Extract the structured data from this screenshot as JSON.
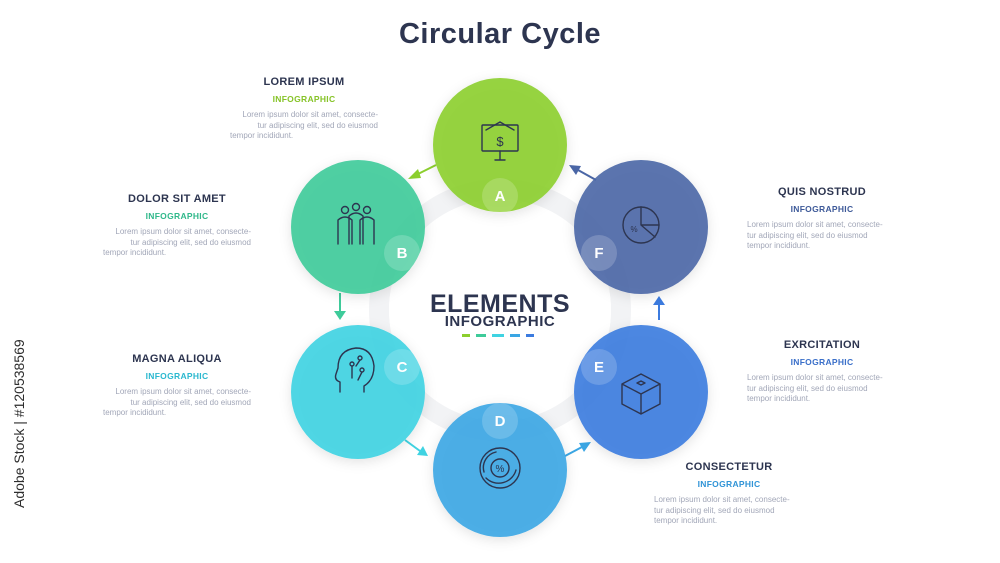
{
  "title": "Circular Cycle",
  "center": {
    "title": "ELEMENTS",
    "subtitle": "INFOGRAPHIC"
  },
  "watermark": "Adobe Stock | #120538569",
  "steps": [
    {
      "letter": "A",
      "heading": "LOREM IPSUM",
      "sub": "INFOGRAPHIC",
      "text": [
        "Lorem ipsum dolor sit amet, consecte-",
        "tur adipiscing elit, sed do eiusmod",
        "tempor incididunt."
      ],
      "color": "#8ccf2e",
      "sub_color": "#86c327",
      "icon": "monitor-dollar-icon"
    },
    {
      "letter": "B",
      "heading": "DOLOR SIT AMET",
      "sub": "INFOGRAPHIC",
      "text": [
        "Lorem ipsum dolor sit amet, consecte-",
        "tur adipiscing elit, sed do eiusmod",
        "tempor incididunt."
      ],
      "color": "#3ecb9a",
      "sub_color": "#2fb88a",
      "icon": "team-icon"
    },
    {
      "letter": "C",
      "heading": "MAGNA ALIQUA",
      "sub": "INFOGRAPHIC",
      "text": [
        "Lorem ipsum dolor sit amet, consecte-",
        "tur adipiscing elit, sed do eiusmod",
        "tempor incididunt."
      ],
      "color": "#3fd3e2",
      "sub_color": "#2ab8cf",
      "icon": "brain-head-icon"
    },
    {
      "letter": "D",
      "heading": "CONSECTETUR",
      "sub": "INFOGRAPHIC",
      "text": [
        "Lorem ipsum dolor sit amet, consecte-",
        "tur adipiscing elit, sed do eiusmod",
        "tempor incididunt."
      ],
      "color": "#3aa6e4",
      "sub_color": "#2f93d6",
      "icon": "percent-disc-icon"
    },
    {
      "letter": "E",
      "heading": "EXRCITATION",
      "sub": "INFOGRAPHIC",
      "text": [
        "Lorem ipsum dolor sit amet, consecte-",
        "tur adipiscing elit, sed do eiusmod",
        "tempor incididunt."
      ],
      "color": "#3c7bdf",
      "sub_color": "#3a6fc9",
      "icon": "cube-icon"
    },
    {
      "letter": "F",
      "heading": "QUIS NOSTRUD",
      "sub": "INFOGRAPHIC",
      "text": [
        "Lorem ipsum dolor sit amet, consecte-",
        "tur adipiscing elit, sed do eiusmod",
        "tempor incididunt."
      ],
      "color": "#4a66a6",
      "sub_color": "#3e5a99",
      "icon": "pie-chart-icon"
    }
  ]
}
